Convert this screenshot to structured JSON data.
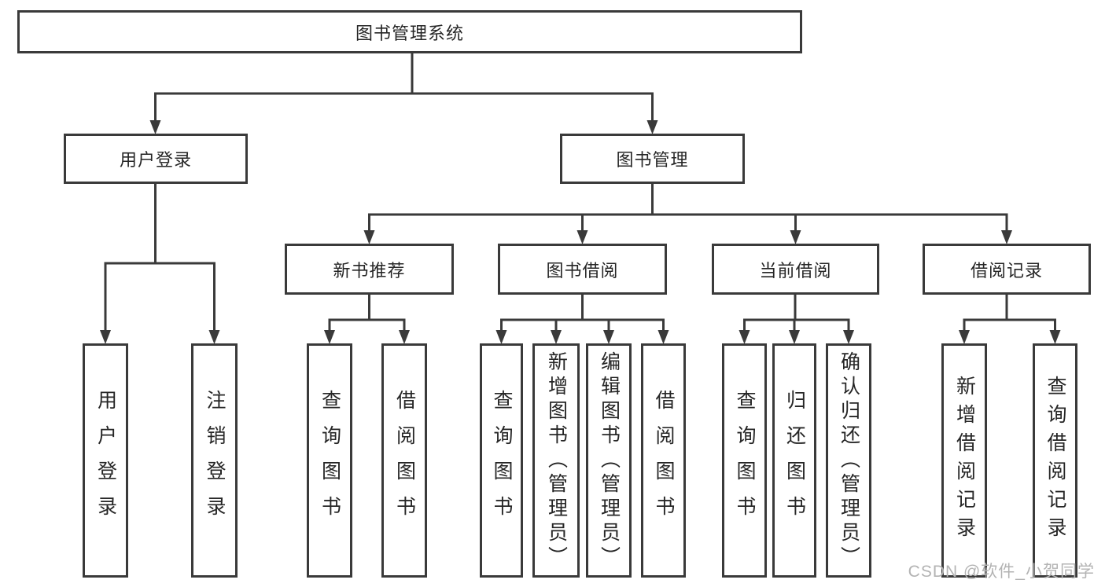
{
  "nodes": {
    "root": {
      "label": "图书管理系统"
    },
    "user_login": {
      "label": "用户登录"
    },
    "book_management": {
      "label": "图书管理"
    },
    "new_book_recommend": {
      "label": "新书推荐"
    },
    "book_borrowing": {
      "label": "图书借阅"
    },
    "current_borrowing": {
      "label": "当前借阅"
    },
    "borrowing_records": {
      "label": "借阅记录"
    },
    "ul_user_login": {
      "label": "用户登录"
    },
    "ul_logout": {
      "label": "注销登录"
    },
    "nb_query_books": {
      "label": "查询图书"
    },
    "nb_borrow_books": {
      "label": "借阅图书"
    },
    "bb_query_books": {
      "label": "查询图书"
    },
    "bb_add_books": {
      "label": "新增图书（管理员）"
    },
    "bb_edit_books": {
      "label": "编辑图书（管理员）"
    },
    "bb_borrow_books": {
      "label": "借阅图书"
    },
    "cb_query_books": {
      "label": "查询图书"
    },
    "cb_return_books": {
      "label": "归还图书"
    },
    "cb_confirm_return": {
      "label": "确认归还（管理员）"
    },
    "br_add_record": {
      "label": "新增借阅记录"
    },
    "br_query_record": {
      "label": "查询借阅记录"
    }
  },
  "watermark": "CSDN @软件_小贺同学",
  "colors": {
    "line": "#3a3a3a",
    "text": "#262626",
    "watermark": "#b3b3b3",
    "background": "#ffffff"
  }
}
